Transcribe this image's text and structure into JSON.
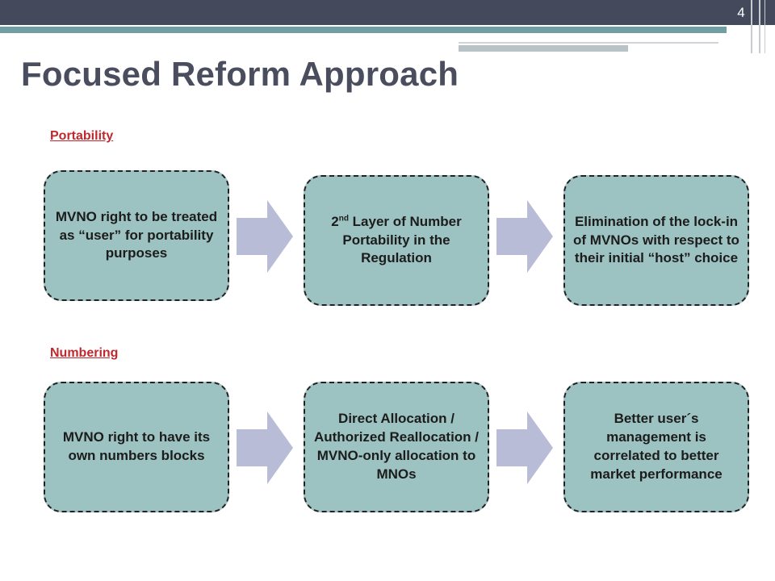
{
  "slide_number": "4",
  "title": "Focused Reform Approach",
  "sections": [
    {
      "label": "Portability",
      "boxes": [
        {
          "text": "MVNO right to be treated as “user” for portability purposes"
        },
        {
          "sup_prefix": "2",
          "sup": "nd",
          "text": " Layer of Number Portability in the Regulation"
        },
        {
          "text": "Elimination of the lock-in of MVNOs with respect to their initial “host” choice"
        }
      ]
    },
    {
      "label": "Numbering",
      "boxes": [
        {
          "text": "MVNO right to have its own numbers blocks"
        },
        {
          "text": "Direct Allocation / Authorized Reallocation / MVNO-only allocation to MNOs"
        },
        {
          "text": "Better user´s management is correlated to better market performance"
        }
      ]
    }
  ],
  "colors": {
    "box_fill": "#9cc2c1",
    "arrow_fill": "#b9bcd6",
    "section_label": "#c0282e",
    "title": "#4a4d5e",
    "header_bar": "#444a5c",
    "accent_bar": "#6f9fa3"
  }
}
